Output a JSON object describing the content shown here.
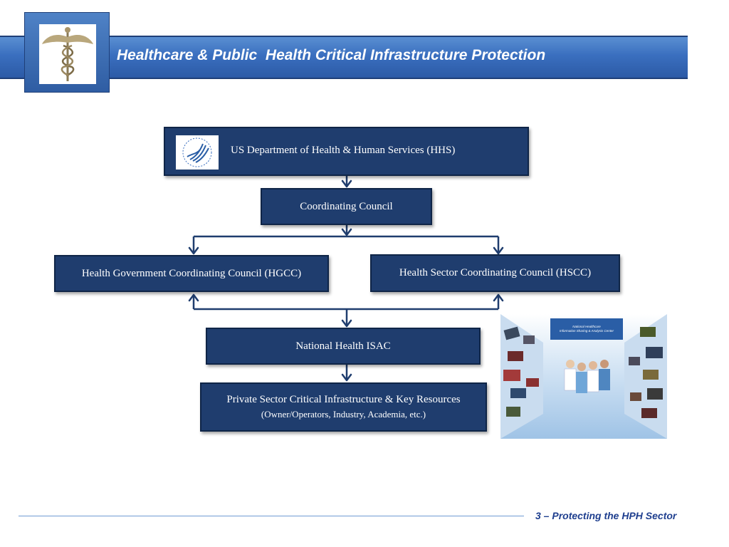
{
  "header": {
    "title": "Healthcare & Public  Health Critical Infrastructure Protection"
  },
  "icons": {
    "caduceus": "caduceus-icon",
    "hhs_seal": "hhs-seal-icon"
  },
  "diagram": {
    "hhs": "US Department of Health & Human Services (HHS)",
    "coordinating_council": "Coordinating Council",
    "hgcc": "Health Government Coordinating Council (HGCC)",
    "hscc": "Health Sector Coordinating Council (HSCC)",
    "isac": "National Health ISAC",
    "private_sector": "Private Sector Critical Infrastructure & Key Resources",
    "private_sector_sub": "(Owner/Operators, Industry, Academia, etc.)"
  },
  "photo": {
    "label_line1": "National Healthcare",
    "label_line2": "Information Sharing & Analysis Center"
  },
  "footer": {
    "text": "3 – Protecting the HPH Sector"
  },
  "colors": {
    "box_fill": "#1f3d6e",
    "header_blue": "#3a6fbf",
    "footer_text": "#1f3f8f",
    "connector": "#1f3d6e"
  }
}
